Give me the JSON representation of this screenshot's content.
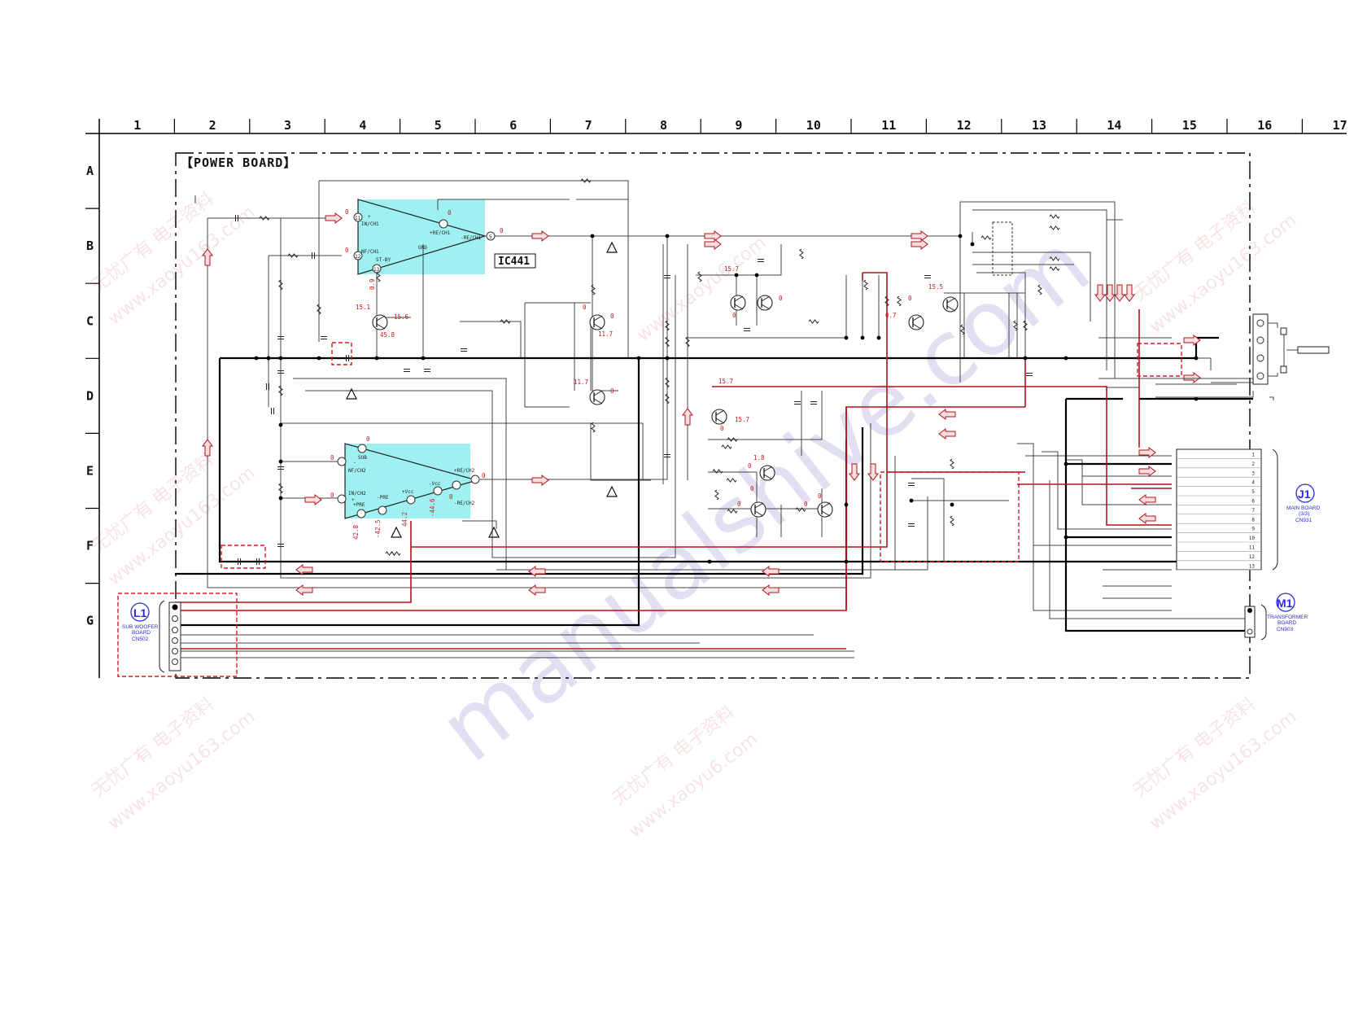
{
  "columns": [
    "1",
    "2",
    "3",
    "4",
    "5",
    "6",
    "7",
    "8",
    "9",
    "10",
    "11",
    "12",
    "13",
    "14",
    "15",
    "16",
    "17"
  ],
  "rows": [
    "A",
    "B",
    "C",
    "D",
    "E",
    "F",
    "G"
  ],
  "board_title": "【POWER BOARD】",
  "ic_label": "IC441",
  "ic_upper_pins": {
    "in_ch1_num": "11",
    "in_ch1_sign": "+",
    "in_ch1": "IN/CH1",
    "nf_ch1_num": "12",
    "nf_ch1": "NF/CH1",
    "st_by_num": "13",
    "st_by": "ST-BY",
    "gnd": "GND",
    "pre_ch1": "+RE/CH1",
    "out_ch1": "-RE/CH1",
    "out_num": "5"
  },
  "ic_lower_pins": {
    "sub": "SUB",
    "nf_ch2": "NF/CH2",
    "nf_sign": "-",
    "in_ch2": "IN/CH2",
    "in_sign": "+",
    "p_pre": "+PRE",
    "m_pre": "-PRE",
    "p_vcc": "+Vcc",
    "m_vcc": "-Vcc",
    "pre_ch2": "+RE/CH2",
    "out_ch2": "-RE/CH2"
  },
  "voltages": {
    "v_0": "0",
    "v_15_1": "15.1",
    "v_15_6": "15.6",
    "v_45_8": "45.8",
    "v_0_9": "0.9",
    "v_11_7": "11.7",
    "v_15_7": "15.7",
    "v_15_5": "15.5",
    "v_0_7": "0.7",
    "v_1_8": "1.8",
    "v_42_8": "42.8",
    "v_42_5": "-42.5",
    "v_44_2": "44.2",
    "v_44_6": "-44.6"
  },
  "connectors": {
    "j1_badge": "J1",
    "j1_line1": "MAIN BOARD",
    "j1_line2": "(3/3)",
    "j1_line3": "CN931",
    "m1_badge": "M1",
    "m1_line1": "TRANSFORMER",
    "m1_line2": "BOARD",
    "m1_line3": "CN903",
    "l1_badge": "L1",
    "l1_line1": "SUB WOOFER",
    "l1_line2": "BOARD",
    "l1_line3": "CN502"
  },
  "cn931_pins": [
    "1",
    "2",
    "3",
    "4",
    "5",
    "6",
    "7",
    "8",
    "9",
    "10",
    "11",
    "12",
    "13"
  ],
  "watermarks": [
    "无忧广有 电子资料",
    "www.xaoyu163.com",
    "www.xaoyu6.com",
    "manualshive.com"
  ]
}
